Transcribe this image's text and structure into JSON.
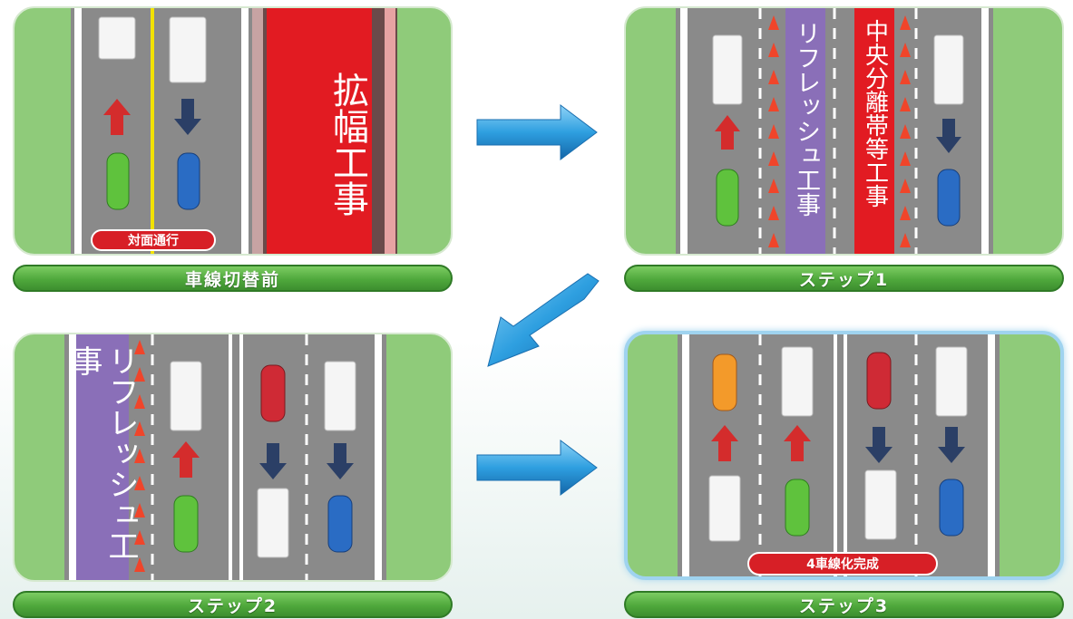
{
  "panels": [
    {
      "title": "車線切替前",
      "badge": "対面通行",
      "construction": "拡幅工事"
    },
    {
      "title": "ステップ1",
      "refresh": "リフレッシュ工事",
      "median": "中央分離帯等工事"
    },
    {
      "title": "ステップ2",
      "refresh": "リフレッシュ工事"
    },
    {
      "title": "ステップ3",
      "badge": "4車線化完成"
    }
  ],
  "colors": {
    "grass": "#8fcb7a",
    "road": "#8a8a8a",
    "construction_red": "#e21b22",
    "refresh_purple": "#8a6fb8",
    "label_green": "#4fa83c",
    "arrow_blue": "#2e9fe0",
    "badge_red": "#d71f26"
  },
  "icons": [
    "truck-icon",
    "car-icon",
    "traffic-cone-icon",
    "direction-arrow-icon",
    "flow-arrow-icon"
  ]
}
